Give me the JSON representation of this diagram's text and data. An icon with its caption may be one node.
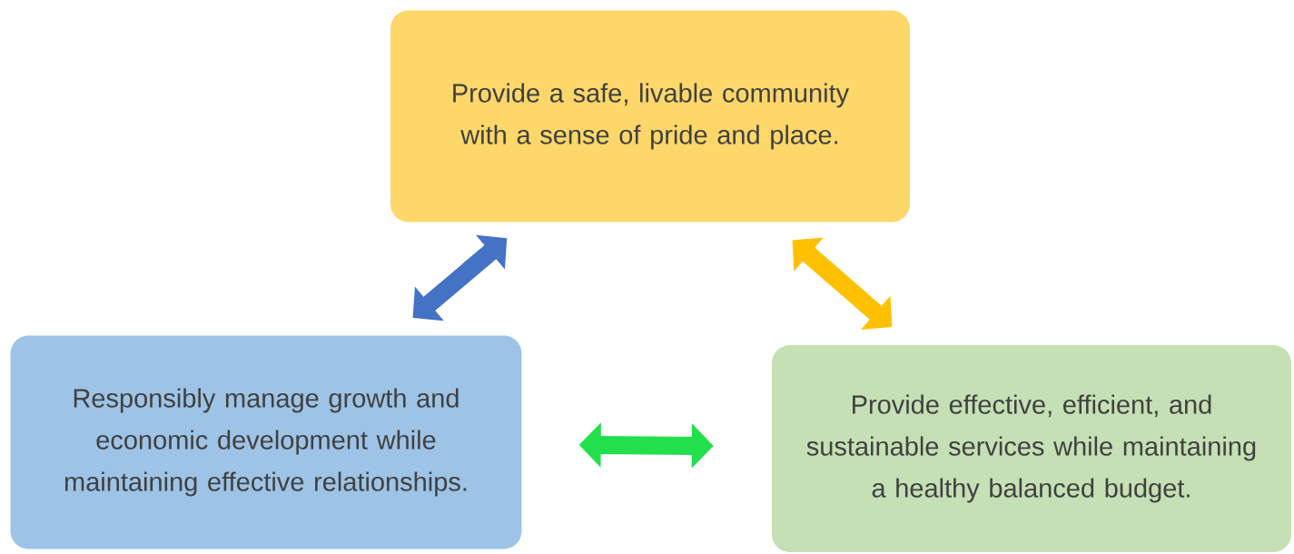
{
  "diagram": {
    "nodes": [
      {
        "text": [
          "Provide a safe, livable community with a sense of pride and place."
        ]
      },
      {
        "text": [
          "Responsibly manage growth and economic development while maintaining effective relationships."
        ]
      },
      {
        "text": [
          "Provide effective, efficient, and sustainable services while maintaining a healthy balanced budget."
        ]
      }
    ],
    "edges": [
      {
        "from": 1,
        "to": 0,
        "arrow": "both",
        "color": "#4472c4"
      },
      {
        "from": 0,
        "to": 2,
        "arrow": "both",
        "color": "#ffc000"
      },
      {
        "from": 1,
        "to": 2,
        "arrow": "both",
        "color": "#22e04c"
      }
    ]
  }
}
